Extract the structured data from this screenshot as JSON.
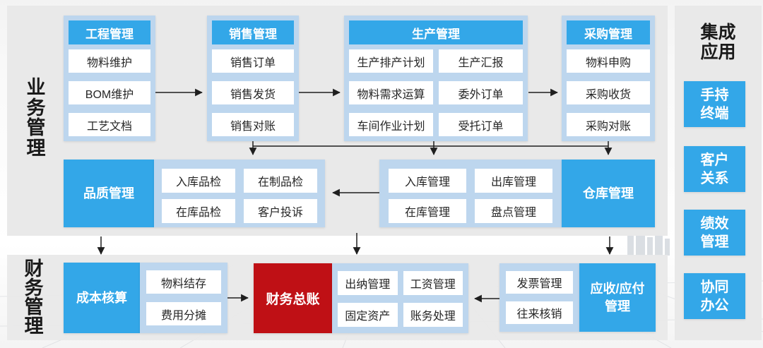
{
  "palette": {
    "accent_blue": "#33a7e8",
    "container_blue": "#bdd6ee",
    "panel_gray": "#e9e9e9",
    "highlight_red": "#bf1015",
    "arrow_black": "#1f1f1f"
  },
  "labels": {
    "business": "业务管理",
    "finance": "财务管理"
  },
  "columns": [
    {
      "header": "工程管理",
      "items": [
        "物料维护",
        "BOM维护",
        "工艺文档"
      ]
    },
    {
      "header": "销售管理",
      "items": [
        "销售订单",
        "销售发货",
        "销售对账"
      ]
    },
    {
      "header": "生产管理",
      "rows": [
        [
          "生产排产计划",
          "生产汇报"
        ],
        [
          "物料需求运算",
          "委外订单"
        ],
        [
          "车间作业计划",
          "受托订单"
        ]
      ]
    },
    {
      "header": "采购管理",
      "items": [
        "物料申购",
        "采购收货",
        "采购对账"
      ]
    }
  ],
  "middle_row": {
    "quality_label": "品质管理",
    "quality_items": [
      "入库品检",
      "在制品检",
      "在库品检",
      "客户投诉"
    ],
    "warehouse_items": [
      "入库管理",
      "出库管理",
      "在库管理",
      "盘点管理"
    ],
    "warehouse_label": "仓库管理"
  },
  "bottom_row": {
    "cost_label": "成本核算",
    "cost_items": [
      "物料结存",
      "费用分摊"
    ],
    "ledger_label": "财务总账",
    "accounting_items": [
      "出纳管理",
      "工资管理",
      "固定资产",
      "账务处理"
    ],
    "invoice_items": [
      "发票管理",
      "往来核销"
    ],
    "ar_ap_label": "应收/应付管理"
  },
  "integration": {
    "title": "集成应用",
    "apps": [
      "手持终端",
      "客户关系",
      "绩效管理",
      "协同办公"
    ]
  }
}
